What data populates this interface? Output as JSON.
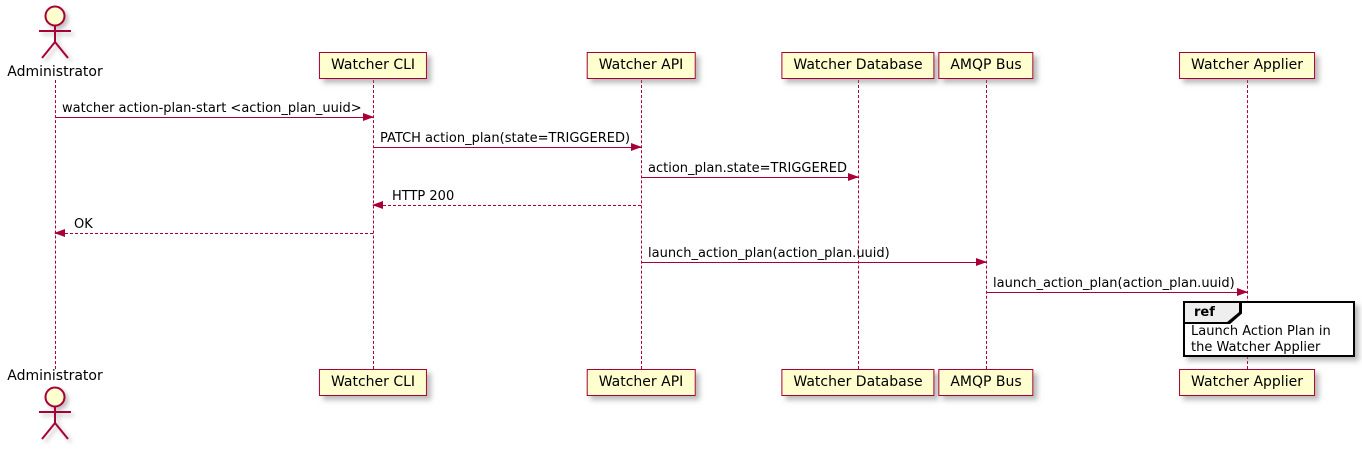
{
  "diagram_type": "sequence-diagram",
  "actors": [
    {
      "label": "Administrator"
    }
  ],
  "participants": [
    {
      "label": "Watcher CLI"
    },
    {
      "label": "Watcher API"
    },
    {
      "label": "Watcher Database"
    },
    {
      "label": "AMQP Bus"
    },
    {
      "label": "Watcher Applier"
    }
  ],
  "messages": [
    {
      "from": "Administrator",
      "to": "Watcher CLI",
      "label": "watcher action-plan-start <action_plan_uuid>",
      "line": "solid",
      "direction": "right"
    },
    {
      "from": "Watcher CLI",
      "to": "Watcher API",
      "label": "PATCH action_plan(state=TRIGGERED)",
      "line": "solid",
      "direction": "right"
    },
    {
      "from": "Watcher API",
      "to": "Watcher Database",
      "label": "action_plan.state=TRIGGERED",
      "line": "solid",
      "direction": "right"
    },
    {
      "from": "Watcher API",
      "to": "Watcher CLI",
      "label": "HTTP 200",
      "line": "dashed",
      "direction": "left"
    },
    {
      "from": "Watcher CLI",
      "to": "Administrator",
      "label": "OK",
      "line": "dashed",
      "direction": "left"
    },
    {
      "from": "Watcher API",
      "to": "AMQP Bus",
      "label": "launch_action_plan(action_plan.uuid)",
      "line": "solid",
      "direction": "right"
    },
    {
      "from": "AMQP Bus",
      "to": "Watcher Applier",
      "label": "launch_action_plan(action_plan.uuid)",
      "line": "solid",
      "direction": "right"
    }
  ],
  "ref_fragment": {
    "keyword": "ref",
    "text": "Launch Action Plan in the Watcher Applier"
  },
  "colors": {
    "stroke": "#A80036",
    "participant_fill": "#FEFECE",
    "shadow": "#828282",
    "ref_border": "#000000",
    "ref_header_fill": "#EEEEEE",
    "text": "#000000",
    "background": "#FFFFFF"
  }
}
